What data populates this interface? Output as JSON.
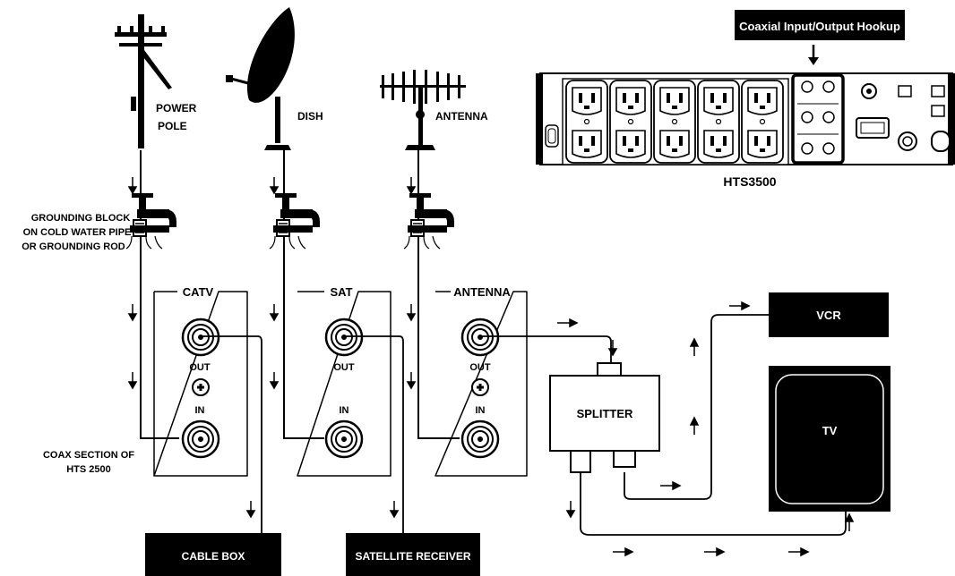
{
  "header": {
    "hookup_title": "Coaxial Input/Output Hookup"
  },
  "sources": {
    "power_pole": [
      "POWER",
      "POLE"
    ],
    "dish": "DISH",
    "antenna": "ANTENNA"
  },
  "grounding": [
    "GROUNDING BLOCK",
    "ON COLD WATER PIPE",
    "OR GROUNDING ROD"
  ],
  "coax_section": [
    "COAX SECTION OF",
    "HTS 2500"
  ],
  "panels": [
    {
      "title": "CATV",
      "out": "OUT",
      "in": "IN"
    },
    {
      "title": "SAT",
      "out": "OUT",
      "in": "IN"
    },
    {
      "title": "ANTENNA",
      "out": "OUT",
      "in": "IN"
    }
  ],
  "devices": {
    "cable_box": "CABLE BOX",
    "satellite_receiver": "SATELLITE RECEIVER",
    "splitter": "SPLITTER",
    "vcr": "VCR",
    "tv": "TV"
  },
  "unit": {
    "model": "HTS3500"
  },
  "colors": {
    "ink": "#000000",
    "paper": "#ffffff"
  }
}
